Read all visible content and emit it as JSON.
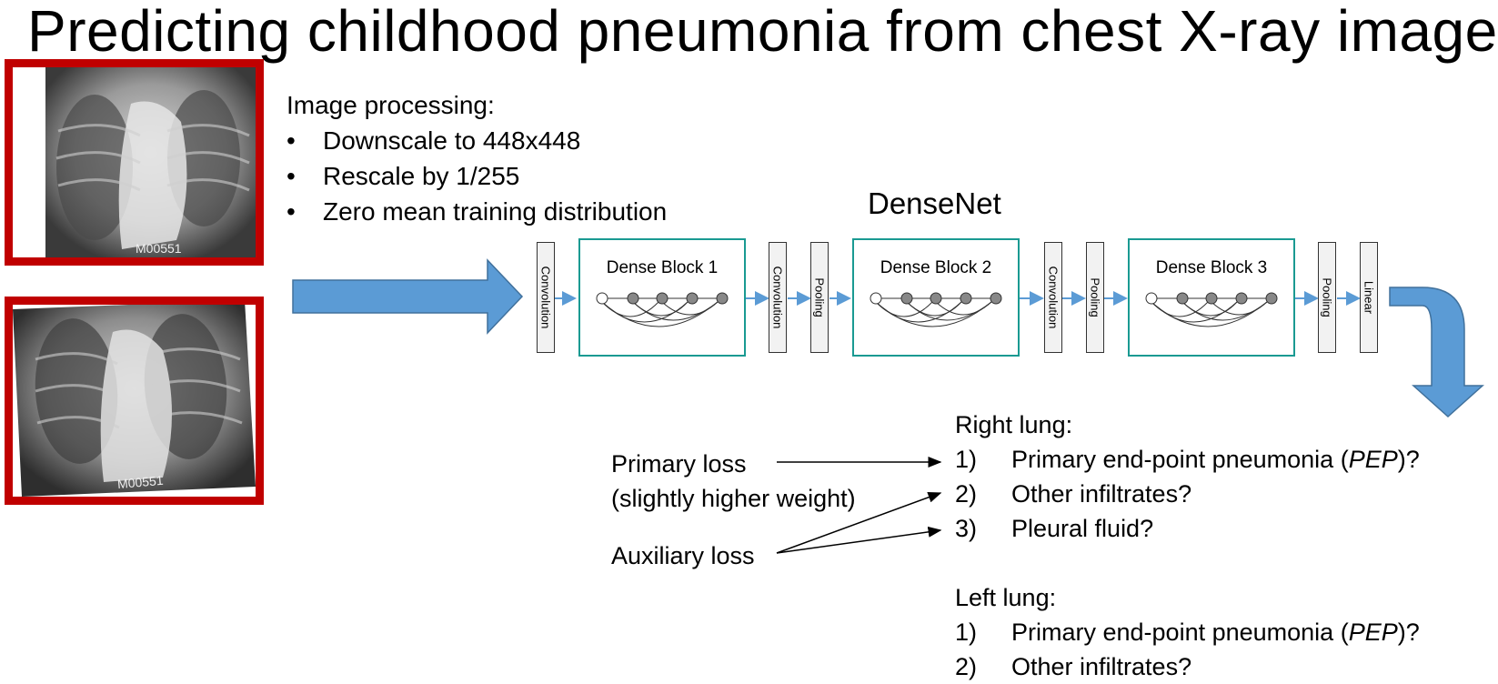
{
  "title": "Predicting childhood pneumonia from chest X-ray images",
  "xray_watermark": "M00551",
  "image_processing": {
    "heading": "Image processing:",
    "steps": [
      "Downscale to 448x448",
      "Rescale by 1/255",
      "Zero mean training distribution"
    ]
  },
  "network": {
    "title": "DenseNet",
    "layers": [
      "Convolution",
      "Dense Block 1",
      "Convolution",
      "Pooling",
      "Dense Block 2",
      "Convolution",
      "Pooling",
      "Dense Block 3",
      "Pooling",
      "Linear"
    ]
  },
  "losses": {
    "primary": "Primary loss",
    "primary_note": "(slightly higher weight)",
    "auxiliary": "Auxiliary loss"
  },
  "outputs": {
    "right_heading": "Right lung:",
    "left_heading": "Left lung:",
    "right": [
      {
        "num": "1)",
        "pre": "Primary end-point pneumonia (",
        "em": "PEP",
        "post": ")?"
      },
      {
        "num": "2)",
        "pre": "Other infiltrates?",
        "em": "",
        "post": ""
      },
      {
        "num": "3)",
        "pre": "Pleural fluid?",
        "em": "",
        "post": ""
      }
    ],
    "left": [
      {
        "num": "1)",
        "pre": "Primary end-point pneumonia (",
        "em": "PEP",
        "post": ")?"
      },
      {
        "num": "2)",
        "pre": "Other infiltrates?",
        "em": "",
        "post": ""
      }
    ]
  },
  "colors": {
    "frame_red": "#c00000",
    "arrow_blue": "#5b9bd5",
    "block_teal": "#1a9a92"
  }
}
